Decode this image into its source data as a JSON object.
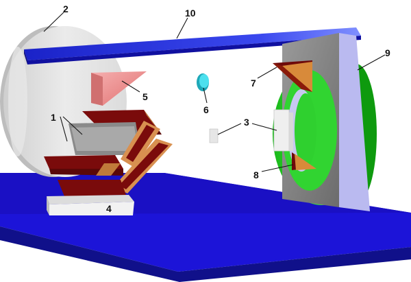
{
  "labels": {
    "l1": "1",
    "l2": "2",
    "l3": "3",
    "l4": "4",
    "l5": "5",
    "l6": "6",
    "l7": "7",
    "l8": "8",
    "l9": "9",
    "l10": "10"
  },
  "colors": {
    "base": "#1c14d8",
    "rail": "#2a36e6",
    "disk": "#e4e4e4",
    "magnet": "#7a0b0b",
    "magnet_side": "#c07a3a",
    "wedge_pink": "#f2a0a0",
    "lens_cyan": "#31c8d8",
    "ring_green": "#22cc22",
    "plate_gray": "#8a8a8a",
    "plate_side": "#b9b9ee",
    "block_white": "#f0f0f0"
  }
}
